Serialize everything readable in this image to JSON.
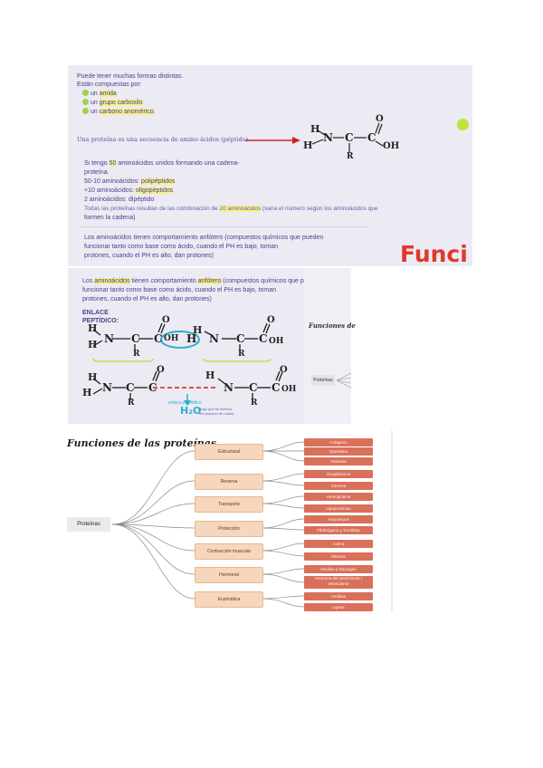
{
  "panel1": {
    "intro": [
      "Puede tener muchas formas distintas.",
      "Están compuestas por:"
    ],
    "items": [
      {
        "pre": "un ",
        "hl": "amida"
      },
      {
        "pre": "un ",
        "hl": "grupo carboxilo"
      },
      {
        "pre": "un ",
        "hl": "carbono anomérico",
        "post": "."
      }
    ],
    "protein_def": "Una proteína es una secuencia de amino ácidos (péptido)",
    "chem": {
      "h1": "H",
      "h2": "H",
      "n": "N",
      "c1": "C",
      "c2": "C",
      "o": "O",
      "oh": "OH",
      "r": "R"
    },
    "counts": [
      {
        "pre": "Si tengo ",
        "hl": "50",
        "post": " aminoácidos unidos formando una cadena-"
      },
      {
        "pre": "proteína."
      },
      {
        "pre": "50-10 aminoácidos: ",
        "hl": "polipéptidos"
      },
      {
        "pre": "+10 aminoácidos: ",
        "hl": "oligopéptidos"
      },
      {
        "pre": "2 aminoácidos: dipéptido"
      }
    ],
    "combo": {
      "pre": "Todas las proteínas resultan de las combinación de ",
      "hl": "20 aminoácidos",
      "post": " (varia el número según los aminoácidos que"
    },
    "combo2": "formen la cadena)",
    "amphoteric": [
      "Los aminoácidos tienen comportamiento anfótero (compuestos químicos que pueden",
      "funcionar tanto como base como ácido, cuando el PH es bajo, toman",
      "protones, cuando el PH es alto, dan protones)"
    ],
    "side_title": "Funci"
  },
  "panel2": {
    "amphoteric": [
      {
        "pre": "Los ",
        "hl": "aminoácidos",
        "mid": " tienen comportamiento ",
        "hl2": "anfótero",
        "post": " (compuestos químicos que pueden"
      },
      {
        "pre": "funcionar tanto como base como ácido, cuando el PH es bajo, toman"
      },
      {
        "pre": "protones, cuando el PH es alto, dan protones)"
      }
    ],
    "enlace": [
      "ENLACE",
      "PEPTÍDICO:"
    ],
    "chem": {
      "h": "H",
      "n": "N",
      "c": "C",
      "o": "O",
      "oh": "OH",
      "r": "R"
    },
    "water": "H₂O",
    "water_label": "enlace peptídico",
    "water_note": [
      "(bajo que se elimina",
      "del proceso de unión)"
    ],
    "side_title": "Funciones de",
    "side_node": "Proteínas"
  },
  "panel3": {
    "title": "Funciones de las proteínas",
    "root": "Proteínas",
    "categories": [
      {
        "label": "Estructural",
        "leaves": [
          "Colágeno",
          "Queratina",
          "Histonas"
        ]
      },
      {
        "label": "Reserva",
        "leaves": [
          "Ovoalbúmina",
          "Caseína"
        ]
      },
      {
        "label": "Transporte",
        "leaves": [
          "Hemoglobina",
          "Lipoproteínas"
        ]
      },
      {
        "label": "Protección",
        "leaves": [
          "Anticuerpos",
          "Fibrinógeno y Trombina"
        ]
      },
      {
        "label": "Contracción muscular",
        "leaves": [
          "Actina",
          "Miosina"
        ]
      },
      {
        "label": "Hormonal",
        "leaves": [
          "Insulina y Glucagón",
          "Hormona del crecimiento / estimulante"
        ]
      },
      {
        "label": "Enzimática",
        "leaves": [
          "Amilasa",
          "Lipasa"
        ]
      }
    ]
  },
  "colors": {
    "text": "#4b3f8c",
    "highlight": "#f6f08a",
    "bullet": "#9ed24a",
    "accent_red": "#e0382c",
    "leaf": "#d9705a",
    "category": "#f6d7bd"
  }
}
